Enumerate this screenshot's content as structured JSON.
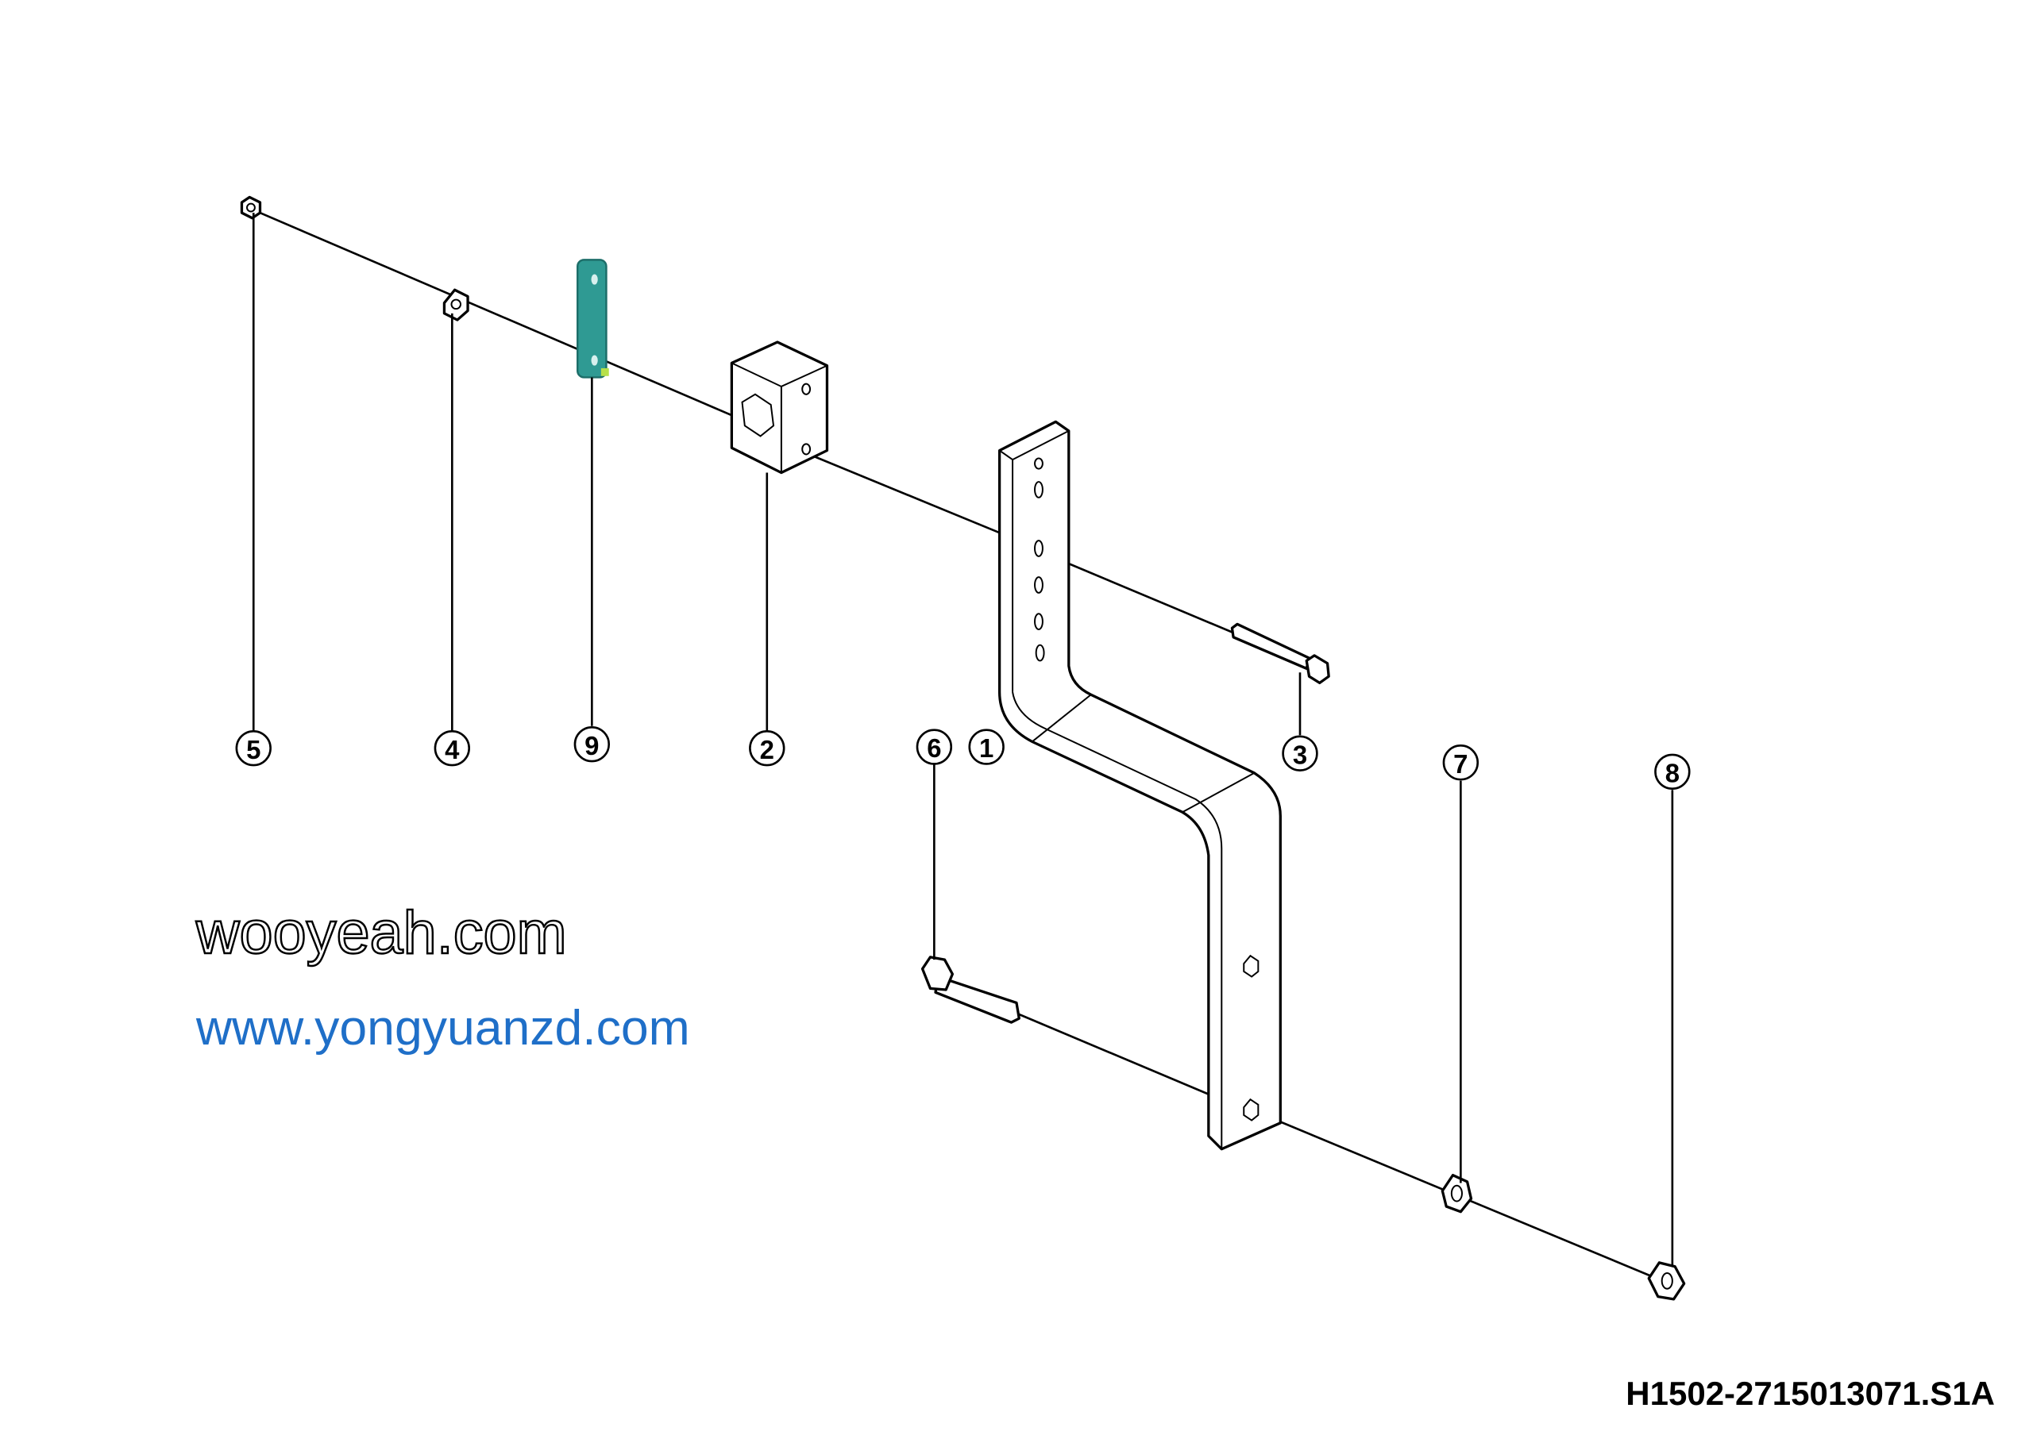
{
  "diagram": {
    "drawing_code": "H1502-2715013071.S1A",
    "watermarks": [
      "wooyeah.com",
      "www.yongyuanzd.com"
    ],
    "highlight_color": "#2f9a93",
    "callouts": [
      {
        "id": "5",
        "label": "5"
      },
      {
        "id": "4",
        "label": "4"
      },
      {
        "id": "9",
        "label": "9"
      },
      {
        "id": "2",
        "label": "2"
      },
      {
        "id": "6",
        "label": "6"
      },
      {
        "id": "1",
        "label": "1"
      },
      {
        "id": "3",
        "label": "3"
      },
      {
        "id": "7",
        "label": "7"
      },
      {
        "id": "8",
        "label": "8"
      }
    ]
  }
}
